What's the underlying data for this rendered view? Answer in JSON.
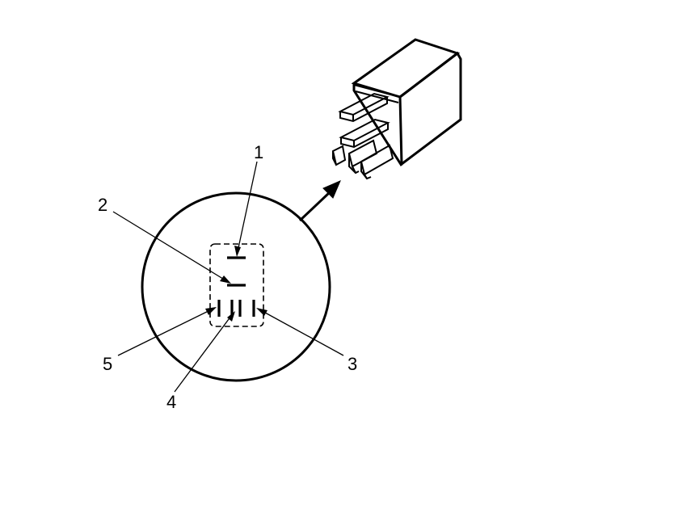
{
  "diagram": {
    "callouts": [
      {
        "id": "1",
        "label": "1"
      },
      {
        "id": "2",
        "label": "2"
      },
      {
        "id": "3",
        "label": "3"
      },
      {
        "id": "4",
        "label": "4"
      },
      {
        "id": "5",
        "label": "5"
      }
    ],
    "colors": {
      "line": "#000000",
      "background": "#ffffff",
      "relay_body": "#ffffff"
    },
    "icons": {
      "relay": "relay-icon",
      "arrow": "pointer-arrow-icon"
    }
  }
}
